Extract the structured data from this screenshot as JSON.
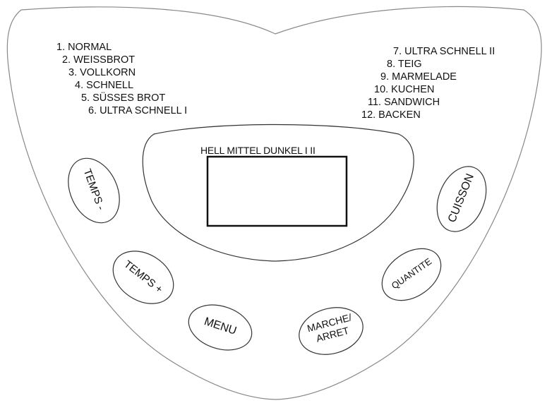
{
  "programs_left": [
    "1. NORMAL",
    "2. WEISSBROT",
    "3. VOLLKORN",
    "4. SCHNELL",
    "5. SÜSSES BROT",
    "6. ULTRA SCHNELL I"
  ],
  "programs_right": [
    "7. ULTRA SCHNELL II",
    "8. TEIG",
    "9. MARMELADE",
    "10. KUCHEN",
    "11. SANDWICH",
    "12. BACKEN"
  ],
  "display": {
    "header": "HELL MITTEL DUNKEL  I  II"
  },
  "buttons": {
    "temps_minus": "TEMPS -",
    "temps_plus": "TEMPS +",
    "menu": "MENU",
    "marche_line1": "MARCHE/",
    "marche_line2": "ARRET",
    "quantite": "QUANTITE",
    "cuisson": "CUISSON"
  }
}
